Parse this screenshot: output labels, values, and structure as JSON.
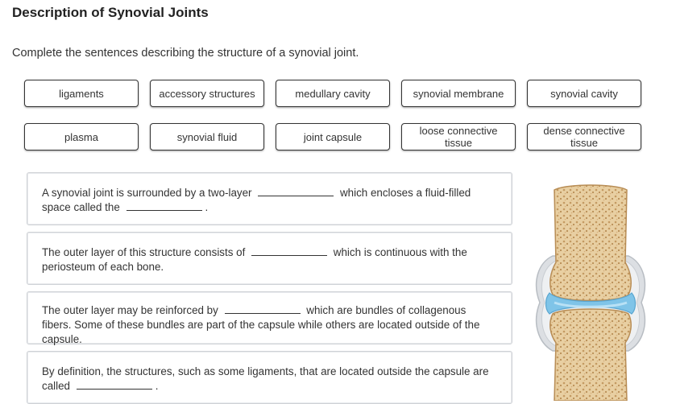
{
  "header": {
    "title": "Description of Synovial Joints"
  },
  "instruction": "Complete the sentences describing the structure of a synovial joint.",
  "word_bank": [
    "ligaments",
    "accessory structures",
    "medullary cavity",
    "synovial membrane",
    "synovial cavity",
    "plasma",
    "synovial fluid",
    "joint capsule",
    "loose connective tissue",
    "dense connective tissue"
  ],
  "sentences": [
    {
      "part1": "A synovial joint is surrounded by a two-layer",
      "part2": "which encloses a fluid-filled space called the",
      "part3": "."
    },
    {
      "part1": "The outer layer of this structure consists of",
      "part2": "which is continuous with the periosteum of each bone."
    },
    {
      "part1": "The outer layer may be reinforced by",
      "part2": "which are bundles of collagenous fibers. Some of these bundles are part of the capsule while others are located outside of the capsule."
    },
    {
      "part1": "By definition, the structures, such as some ligaments, that are located outside the capsule are called",
      "part2": "."
    }
  ],
  "colors": {
    "cartilage": "#7fc4e8",
    "bone": "#d9b98a",
    "capsule": "#d0d4d8"
  },
  "diagram_icon": "synovial-joint-illustration"
}
